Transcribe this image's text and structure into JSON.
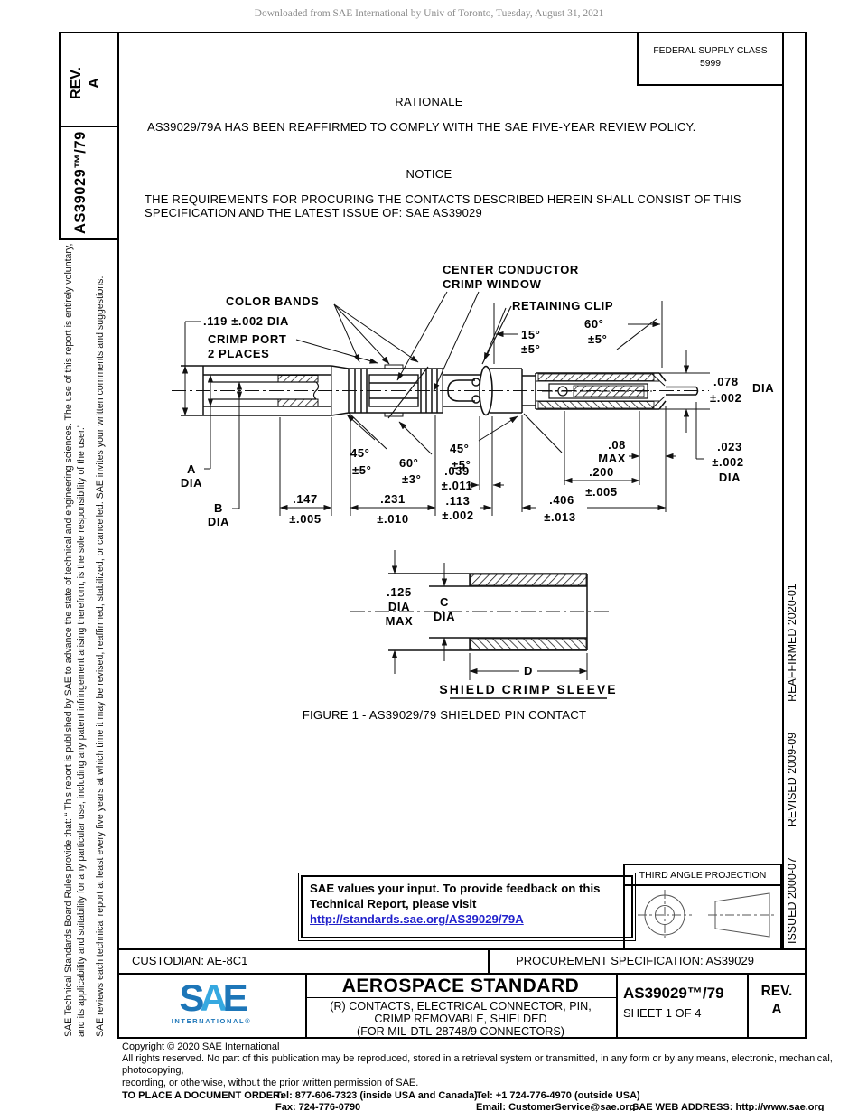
{
  "page": {
    "watermark": "Downloaded from SAE International by Univ of Toronto, Tuesday, August 31, 2021"
  },
  "left_sidebar": {
    "rev_label": "REV.",
    "rev_value": "A",
    "doc_number": "AS39029™/79",
    "disclaimer_para1": "SAE Technical Standards Board Rules provide that: “ This report is published by SAE to advance the state of technical and engineering sciences. The use of this report is entirely voluntary, and its applicability and suitability for any particular use, including any patent infringement arising therefrom, is the sole responsibility of the user.”",
    "disclaimer_para2": "SAE reviews each technical report at least every five years at which time it may be revised, reaffirmed, stabilized, or cancelled. SAE invites your written comments and suggestions."
  },
  "right_sidebar": {
    "issued": "ISSUED 2000-07",
    "revised": "REVISED 2009-09",
    "reaffirmed": "REAFFIRMED 2020-01"
  },
  "header": {
    "fsc_label": "FEDERAL SUPPLY CLASS",
    "fsc_value": "5999"
  },
  "rationale": {
    "title": "RATIONALE",
    "body": "AS39029/79A HAS BEEN REAFFIRMED TO COMPLY WITH THE SAE FIVE-YEAR REVIEW POLICY."
  },
  "notice": {
    "title": "NOTICE",
    "line1": "THE REQUIREMENTS FOR PROCURING THE CONTACTS DESCRIBED HEREIN SHALL CONSIST OF THIS",
    "line2": "SPECIFICATION AND THE LATEST ISSUE OF:  SAE AS39029"
  },
  "figure": {
    "caption": "FIGURE 1 - AS39029/79 SHIELDED PIN CONTACT",
    "labels": {
      "center_conductor_line1": "CENTER CONDUCTOR",
      "center_conductor_line2": "CRIMP WINDOW",
      "retaining_clip": "RETAINING CLIP",
      "color_bands": "COLOR BANDS",
      "crimp_port_line1": "CRIMP PORT",
      "crimp_port_line2": "2 PLACES",
      "dia_119": ".119 ±.002 DIA",
      "angle15": "15°",
      "angle15_tol": "±5°",
      "angle60_front": "60°",
      "angle60_front_tol": "±5°",
      "angle45_left": "45°",
      "angle45_left_tol": "±5°",
      "angle60_mid": "60°",
      "angle60_mid_tol": "±3°",
      "angle45_mid": "45°",
      "angle45_mid_tol": "±5°",
      "dia078_val": ".078",
      "dia078_tol": "±.002",
      "dia078_dia": "DIA",
      "dia023_val": ".023",
      "dia023_tol": "±.002",
      "dia023_dia": "DIA",
      "dim08_val": ".08",
      "dim08_max": "MAX",
      "dim200_val": ".200",
      "dim200_tol": "±.005",
      "dim406_val": ".406",
      "dim406_tol": "±.013",
      "dim039_val": ".039",
      "dim039_tol": "±.011",
      "dim113_val": ".113",
      "dim113_tol": "±.002",
      "dim147_val": ".147",
      "dim147_tol": "±.005",
      "dim231_val": ".231",
      "dim231_tol": "±.010",
      "a_dia_letter": "A",
      "a_dia_word": "DIA",
      "b_dia_letter": "B",
      "b_dia_word": "DIA",
      "c_dia_letter": "C",
      "c_dia_word": "DIA",
      "dia125_val": ".125",
      "dia125_dia": "DIA",
      "dia125_max": "MAX",
      "d_letter": "D",
      "sleeve_title": "SHIELD CRIMP SLEEVE"
    }
  },
  "feedback_box": {
    "line1": "SAE values your input. To provide feedback on this",
    "line2": "Technical Report, please visit",
    "link": "http://standards.sae.org/AS39029/79A"
  },
  "projection": {
    "title": "THIRD ANGLE PROJECTION"
  },
  "custodian_row": {
    "custodian": "CUSTODIAN: AE-8C1",
    "procurement": "PROCUREMENT SPECIFICATION: AS39029"
  },
  "title_block": {
    "logo_word": "SAE",
    "logo_sub": "INTERNATIONAL®",
    "standard_type": "AEROSPACE STANDARD",
    "title_line1": "(R) CONTACTS, ELECTRICAL CONNECTOR, PIN,",
    "title_line2": "CRIMP REMOVABLE, SHIELDED",
    "title_line3": "(FOR MIL-DTL-28748/9 CONNECTORS)",
    "doc_number": "AS39029™/79",
    "sheet": "SHEET 1 OF 4",
    "rev_label": "REV.",
    "rev_value": "A"
  },
  "footer": {
    "copyright": "Copyright © 2020 SAE International",
    "rights1": "All rights reserved. No part of this publication may be reproduced, stored in a retrieval system or transmitted, in any form or by any means, electronic, mechanical, photocopying,",
    "rights2": "recording, or otherwise, without the prior written permission of SAE.",
    "order_label": "TO PLACE A DOCUMENT ORDER:",
    "tel1": "Tel: 877-606-7323 (inside USA and Canada)",
    "fax": "Fax: 724-776-0790",
    "tel2": "Tel: +1 724-776-4970 (outside USA)",
    "email": "Email: CustomerService@sae.org",
    "web": "SAE WEB ADDRESS: http://www.sae.org"
  }
}
